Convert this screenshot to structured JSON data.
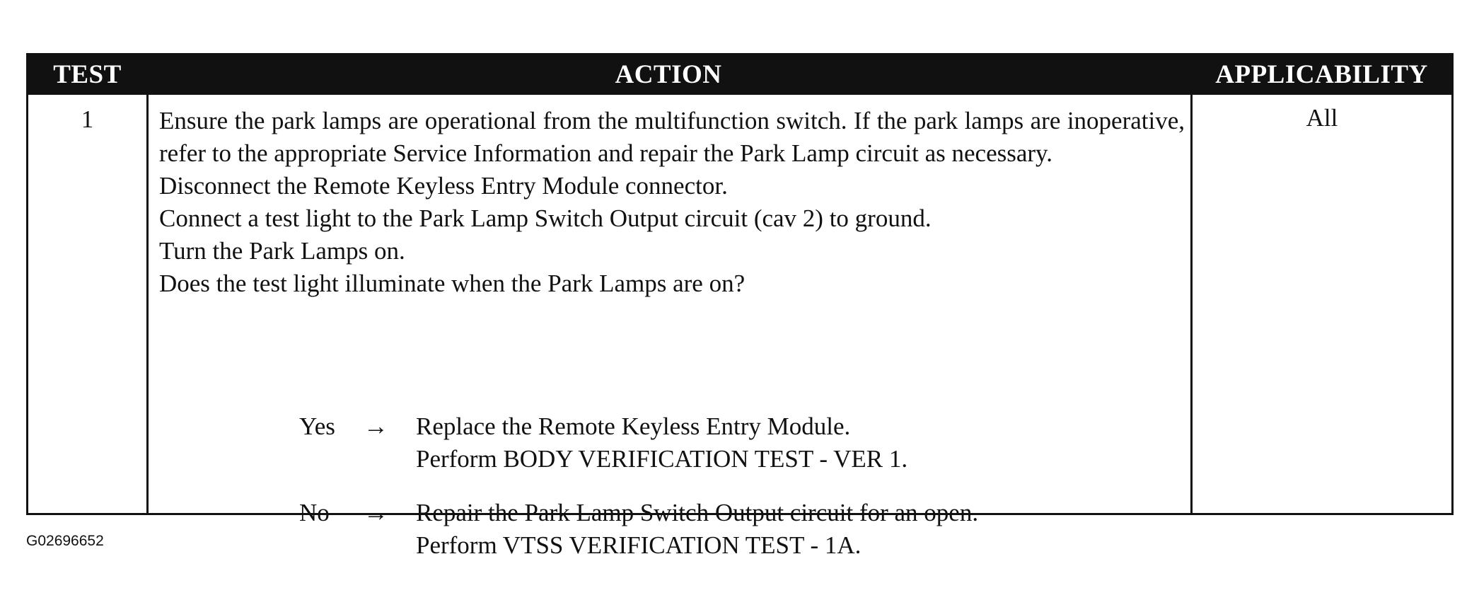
{
  "headers": {
    "test": "TEST",
    "action": "ACTION",
    "applicability": "APPLICABILITY"
  },
  "row": {
    "test_number": "1",
    "applicability": "All",
    "action_paragraphs": [
      "Ensure the park lamps are operational from the multifunction switch. If the park lamps are inoperative, refer to the appropriate Service Information and repair the Park Lamp circuit as necessary.",
      "Disconnect the Remote Keyless Entry Module connector.",
      "Connect a test light to the Park Lamp Switch Output circuit (cav 2) to ground.",
      "Turn the Park Lamps on.",
      "Does the test light illuminate when the Park Lamps are on?"
    ],
    "outcomes": [
      {
        "label": "Yes",
        "arrow": "→",
        "line1": "Replace the Remote Keyless Entry Module.",
        "line2": "Perform BODY VERIFICATION TEST - VER 1."
      },
      {
        "label": "No",
        "arrow": "→",
        "line1": "Repair the Park Lamp Switch Output circuit for an open.",
        "line2": "Perform VTSS VERIFICATION TEST - 1A."
      }
    ]
  },
  "figure_id": "G02696652"
}
